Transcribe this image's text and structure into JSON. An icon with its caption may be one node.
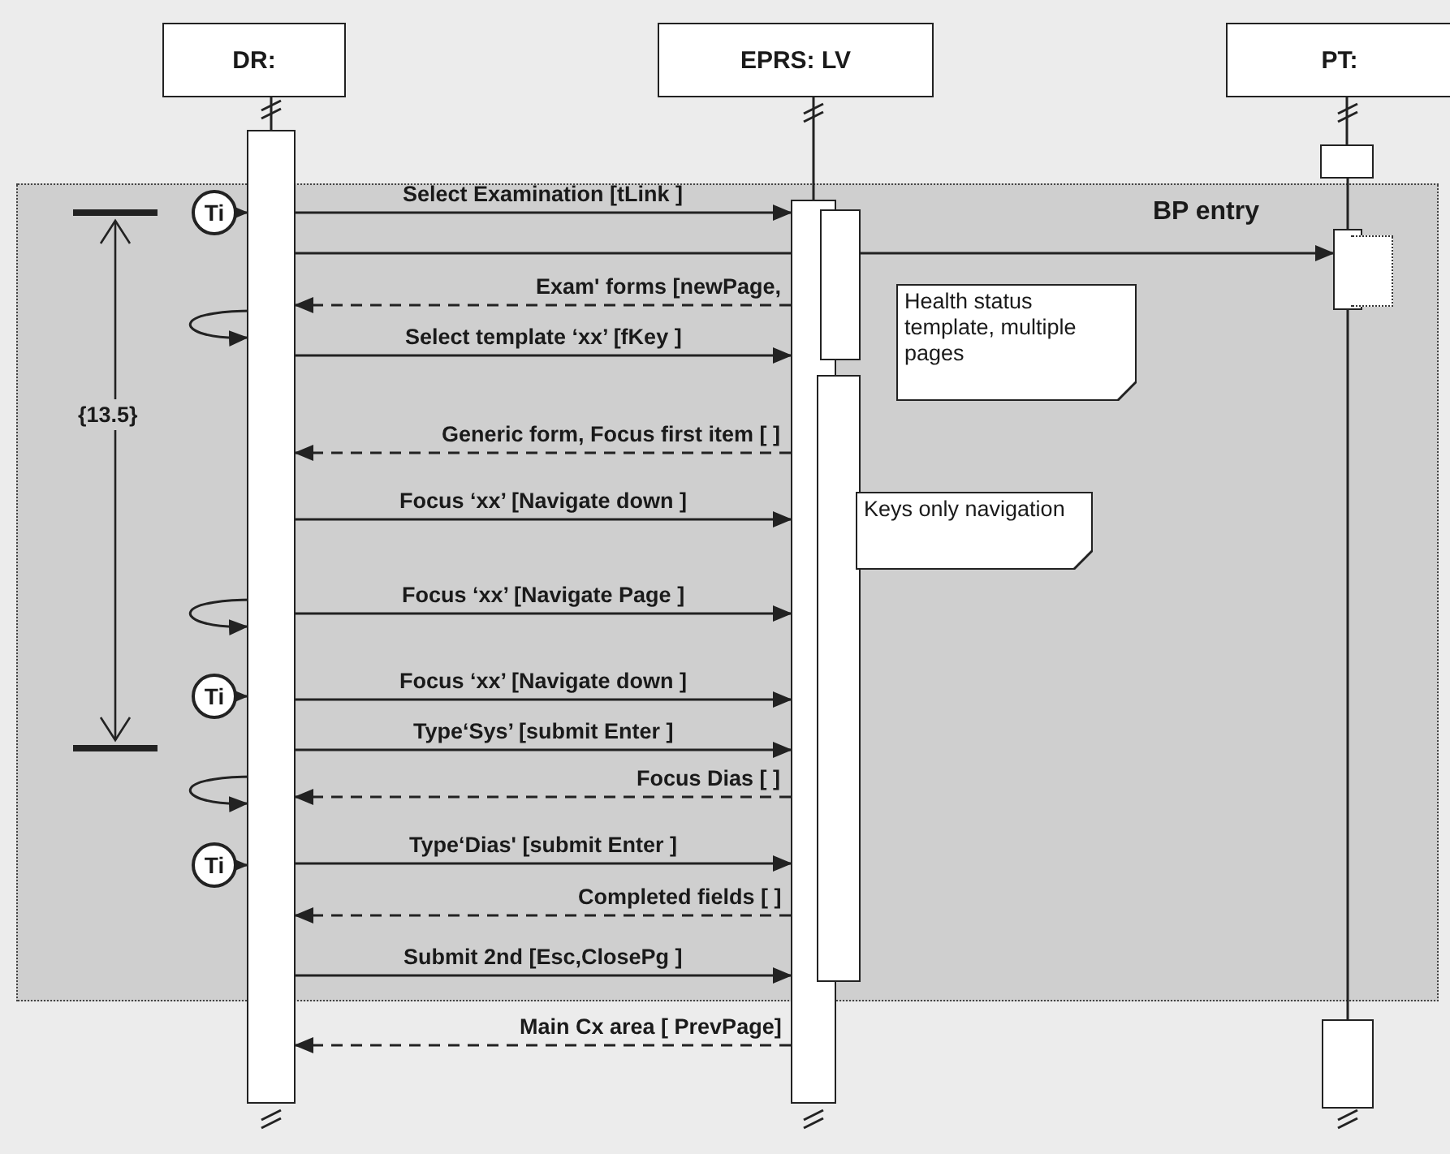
{
  "diagram": {
    "nodes": [
      {
        "text": [
          "DR:"
        ]
      },
      {
        "text": [
          "EPRS: LV"
        ]
      },
      {
        "text": [
          "PT:"
        ]
      },
      {
        "text": [],
        "shape": "bar"
      },
      {
        "text": [],
        "shape": "bar"
      },
      {
        "text": [],
        "shape": "bar"
      },
      {
        "text": [],
        "shape": "bar"
      },
      {
        "text": [],
        "shape": "bar"
      },
      {
        "text": [],
        "shape": "bar"
      },
      {
        "text": [],
        "shape": "bar"
      },
      {
        "text": [
          "Health status template, multiple pages"
        ]
      },
      {
        "text": [
          "Keys only navigation"
        ]
      },
      {
        "text": [
          "Ti"
        ]
      },
      {
        "text": [
          "Ti"
        ]
      },
      {
        "text": [
          "Ti"
        ]
      }
    ],
    "edges": [
      {
        "from": 0,
        "to": 3,
        "arrow": "none"
      },
      {
        "from": 1,
        "to": 4,
        "arrow": "none"
      },
      {
        "from": 2,
        "to": 7,
        "arrow": "none"
      },
      {
        "from": 7,
        "to": 8,
        "arrow": "none"
      },
      {
        "from": 8,
        "to": 9,
        "arrow": "none"
      },
      {
        "from": 12,
        "to": 3,
        "arrow": "to"
      },
      {
        "from": 3,
        "to": 4,
        "arrow": "to",
        "label": "Select Examination [tLink ]"
      },
      {
        "from": 5,
        "to": 8,
        "arrow": "to",
        "label": "BP entry"
      },
      {
        "from": 4,
        "to": 3,
        "arrow": "to",
        "label": "Exam' forms [newPage,",
        "style": "dashed"
      },
      {
        "from": 3,
        "to": 3,
        "arrow": "to"
      },
      {
        "from": 3,
        "to": 4,
        "arrow": "to",
        "label": "Select template ‘xx’ [fKey ]"
      },
      {
        "from": 4,
        "to": 3,
        "arrow": "to",
        "label": "Generic form, Focus first item [ ]",
        "style": "dashed"
      },
      {
        "from": 3,
        "to": 4,
        "arrow": "to",
        "label": "Focus ‘xx’ [Navigate down ]"
      },
      {
        "from": 3,
        "to": 3,
        "arrow": "to"
      },
      {
        "from": 3,
        "to": 4,
        "arrow": "to",
        "label": "Focus ‘xx’ [Navigate Page ]"
      },
      {
        "from": 13,
        "to": 3,
        "arrow": "to"
      },
      {
        "from": 3,
        "to": 4,
        "arrow": "to",
        "label": "Focus ‘xx’ [Navigate down ]"
      },
      {
        "from": 3,
        "to": 4,
        "arrow": "to",
        "label": "Type‘Sys’ [submit Enter ]"
      },
      {
        "from": 3,
        "to": 3,
        "arrow": "to"
      },
      {
        "from": 4,
        "to": 3,
        "arrow": "to",
        "label": "Focus Dias [ ]",
        "style": "dashed"
      },
      {
        "from": 14,
        "to": 3,
        "arrow": "to"
      },
      {
        "from": 3,
        "to": 4,
        "arrow": "to",
        "label": "Type‘Dias' [submit Enter ]"
      },
      {
        "from": 4,
        "to": 3,
        "arrow": "to",
        "label": "Completed fields [ ]",
        "style": "dashed"
      },
      {
        "from": 3,
        "to": 4,
        "arrow": "to",
        "label": "Submit 2nd [Esc,ClosePg ]"
      },
      {
        "from": 4,
        "to": 3,
        "arrow": "to",
        "label": "Main Cx area [ PrevPage]",
        "style": "dashed"
      },
      {
        "from": 3,
        "to": 4,
        "arrow": "none"
      }
    ],
    "labels": [
      "{13.5}"
    ]
  }
}
